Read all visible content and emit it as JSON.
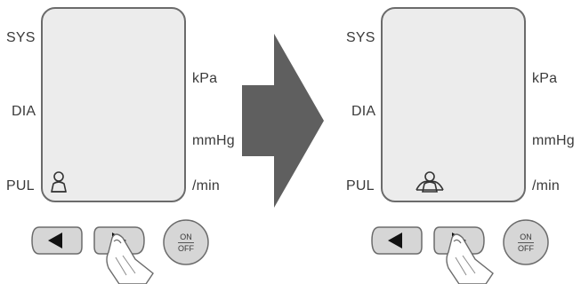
{
  "labels": {
    "sys": "SYS",
    "dia": "DIA",
    "pul": "PUL",
    "kpa": "kPa",
    "mmhg": "mmHg",
    "per_min": "/min"
  },
  "on_off": {
    "top": "ON",
    "bottom": "OFF"
  },
  "icons": {
    "left_panel_user": "single-user-icon",
    "right_panel_user": "two-user-icon",
    "back_button": "left-triangle-icon",
    "forward_button": "right-triangle-icon",
    "hand": "pointing-finger-icon",
    "transition": "large-right-arrow-icon"
  },
  "colors": {
    "lcd_background": "#ececec",
    "outline": "#6b6b6b",
    "arrow": "#5f5f5f",
    "button": "#d6d6d6"
  }
}
